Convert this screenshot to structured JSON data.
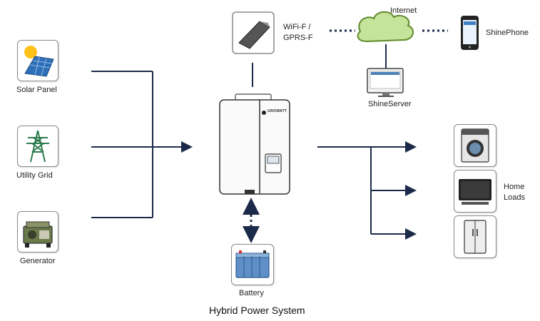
{
  "sources": {
    "solar": "Solar Panel",
    "grid": "Utility Grid",
    "generator": "Generator"
  },
  "comm": {
    "wifi_line1": "WiFi-F /",
    "wifi_line2": "GPRS-F",
    "internet": "Internet",
    "shinephone": "ShinePhone",
    "shineserver": "ShineServer"
  },
  "inverter": {
    "brand": "GROWATT"
  },
  "storage": {
    "battery": "Battery"
  },
  "loads": {
    "line1": "Home",
    "line2": "Loads"
  },
  "caption": "Hybrid Power System",
  "colors": {
    "line": "#1c2a4a",
    "tile_border": "#8a8a8a"
  }
}
